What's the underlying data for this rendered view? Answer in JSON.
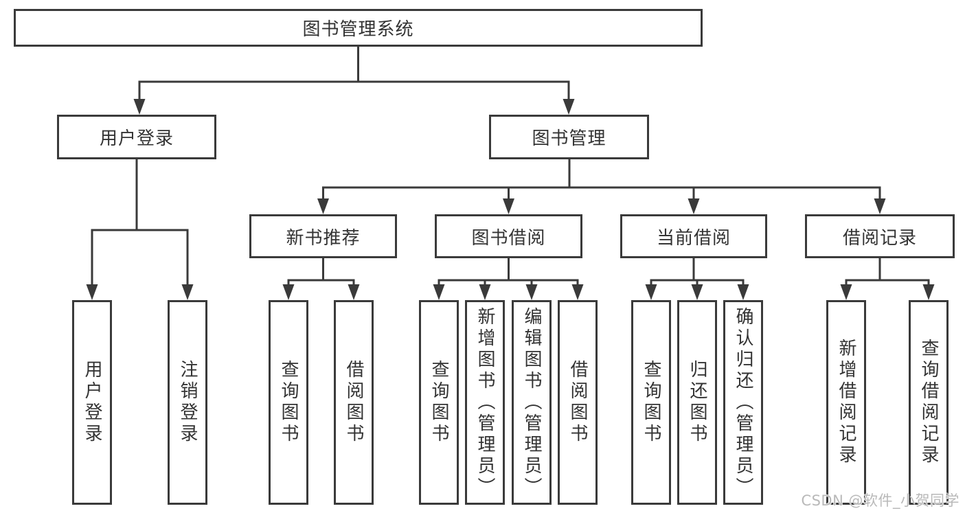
{
  "diagram": {
    "title": "图书管理系统",
    "level2": {
      "user_login": {
        "label": "用户登录"
      },
      "book_management": {
        "label": "图书管理"
      }
    },
    "level3": {
      "new_books": {
        "label": "新书推荐"
      },
      "book_borrowing": {
        "label": "图书借阅"
      },
      "current_borrowing": {
        "label": "当前借阅"
      },
      "borrowing_records": {
        "label": "借阅记录"
      }
    },
    "leaves": {
      "user_login": [
        "用户登录",
        "注销登录"
      ],
      "new_books": [
        "查询图书",
        "借阅图书"
      ],
      "book_borrowing": [
        "查询图书",
        "新增图书（管理员）",
        "编辑图书（管理员）",
        "借阅图书"
      ],
      "current_borrowing": [
        "查询图书",
        "归还图书",
        "确认归还（管理员）"
      ],
      "borrowing_records": [
        "新增借阅记录",
        "查询借阅记录"
      ]
    }
  },
  "watermark": {
    "text": "CSDN @软件_小贺同学"
  },
  "colors": {
    "line": "#3a3a3a",
    "text": "#333333",
    "background": "#ffffff",
    "watermark": "#b9b9b9"
  }
}
